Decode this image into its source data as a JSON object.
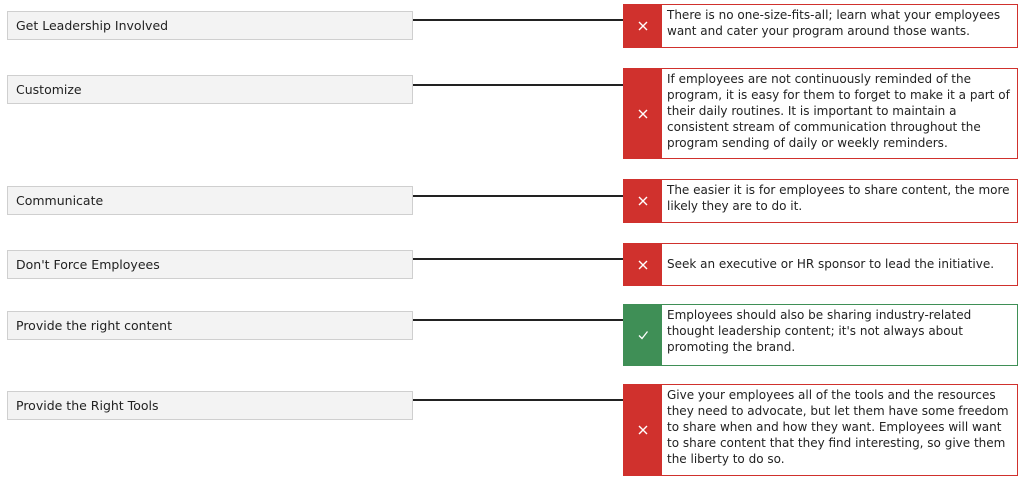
{
  "prompts": [
    "Get Leadership Involved",
    "Customize",
    "Communicate",
    "Don't Force Employees",
    "Provide the right content",
    "Provide the Right Tools"
  ],
  "responses": [
    {
      "status": "incorrect",
      "status_icon": "close-icon",
      "text": "There is no one-size-fits-all; learn what your employees want and cater your program around those wants."
    },
    {
      "status": "incorrect",
      "status_icon": "close-icon",
      "text": "If employees are not continuously reminded of the program, it is easy for them to forget to make it a part of their daily routines. It is important to maintain a consistent stream of communication throughout the program sending of daily or weekly reminders."
    },
    {
      "status": "incorrect",
      "status_icon": "close-icon",
      "text": "The easier it is for employees to share content, the more likely they are to do it."
    },
    {
      "status": "incorrect",
      "status_icon": "close-icon",
      "text": "Seek an executive or HR sponsor to lead the initiative."
    },
    {
      "status": "correct",
      "status_icon": "check-icon",
      "text": "Employees should also be sharing industry-related thought leadership content; it's not always about promoting the brand."
    },
    {
      "status": "incorrect",
      "status_icon": "close-icon",
      "text": "Give your employees all of the tools and the resources they need to advocate, but let them have some freedom to share when and how they want. Employees will want to share content that they find interesting, so give them the liberty to do so."
    }
  ],
  "colors": {
    "incorrect": "#d0312d",
    "correct": "#3f8f56",
    "prompt_background": "#f3f3f3",
    "connector": "#222222"
  }
}
